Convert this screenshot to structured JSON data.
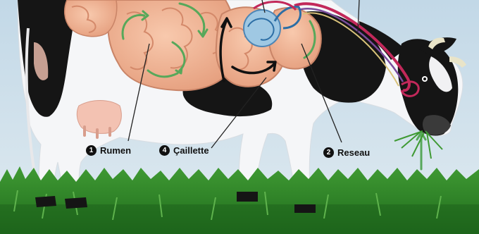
{
  "labels": [
    {
      "number": "1",
      "text": "Rumen"
    },
    {
      "number": "4",
      "text": "Çaillette"
    },
    {
      "number": "2",
      "text": "Reseau"
    }
  ],
  "colors": {
    "sky": "#c9dde9",
    "grass": "#2f8a2a",
    "organ": "#f2b596",
    "cow_black": "#151515",
    "arrow_green": "#57a85a",
    "tube_red": "#c2285a",
    "tube_blue": "#2c6ea5"
  }
}
